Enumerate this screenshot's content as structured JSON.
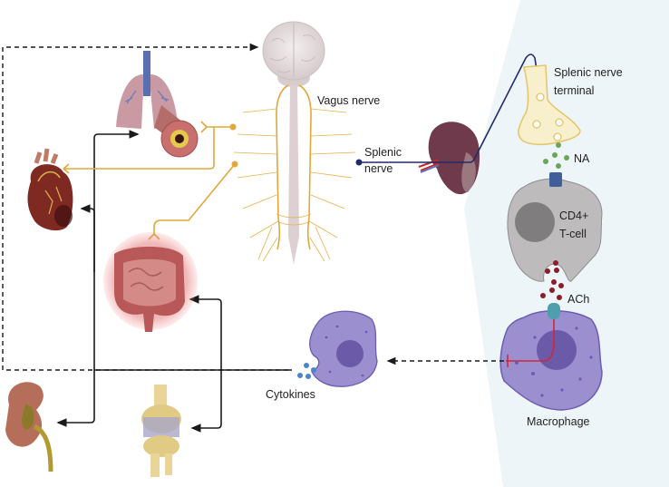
{
  "figure": {
    "title": "Cholinergic anti-inflammatory pathway",
    "colors": {
      "vagus_nerve": "#e0a83a",
      "splenic_nerve": "#1f2a6b",
      "inhibition": "#d0263a",
      "panel_bg": "#eef5f8",
      "macrophage": "#9b8fd0",
      "macrophage_nucleus": "#6a5aa8",
      "tcell": "#bdbbbc",
      "na_dots": "#6aa55a",
      "ach_dots": "#8a1e28",
      "cytokine_dots": "#4a86c8"
    }
  },
  "labels": {
    "vagus_nerve": "Vagus nerve",
    "splenic_nerve_line1": "Splenic",
    "splenic_nerve_line2": "nerve",
    "terminal_line1": "Splenic nerve",
    "terminal_line2": "terminal",
    "na": "NA",
    "tcell_line1": "CD4+",
    "tcell_line2": "T-cell",
    "ach": "ACh",
    "macrophage": "Macrophage",
    "cytokines": "Cytokines"
  },
  "organs": [
    "brain",
    "lungs",
    "heart",
    "intestine",
    "kidney",
    "knee joint",
    "spleen"
  ]
}
